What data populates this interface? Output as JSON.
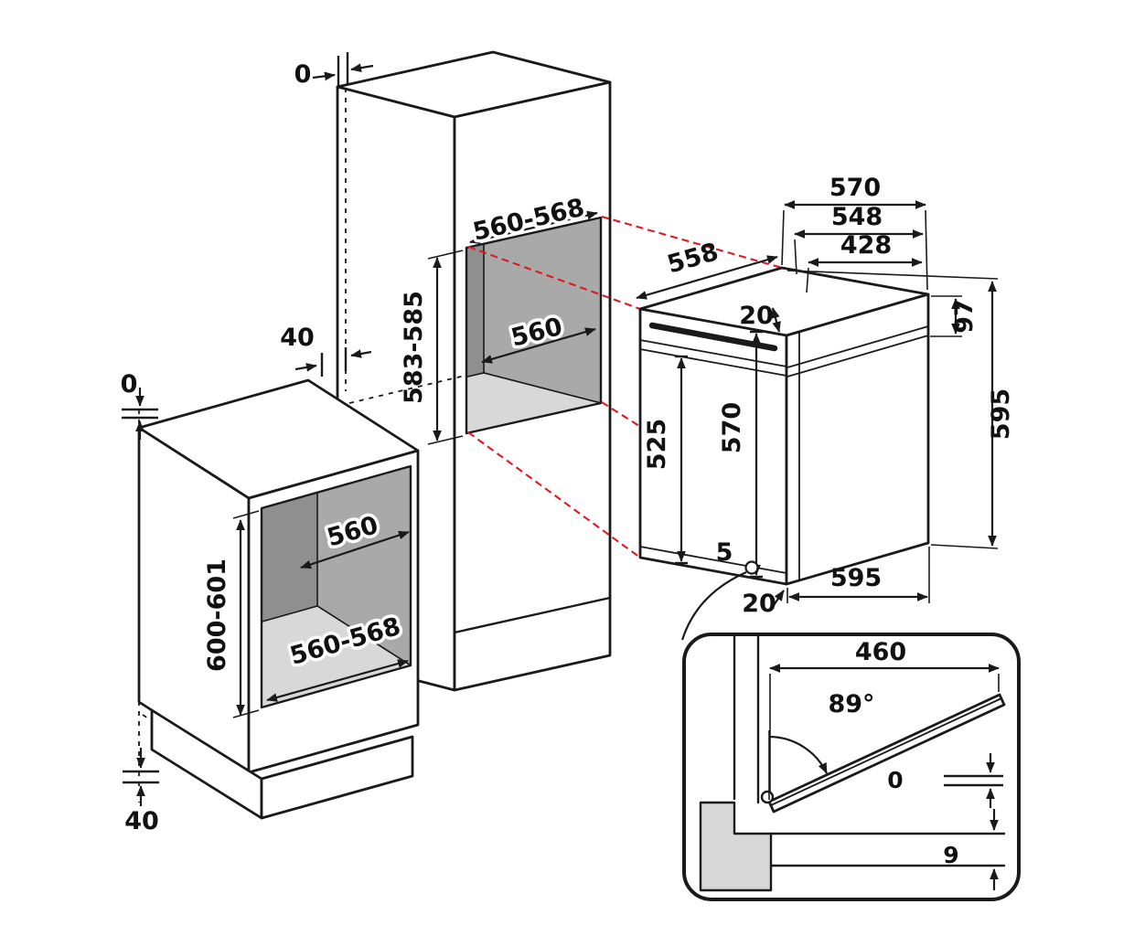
{
  "dims": {
    "tall_unit": {
      "flush_top": "0",
      "rear_clearance": "40",
      "niche_width": "560-568",
      "niche_height": "583-585",
      "niche_depth": "560"
    },
    "base_unit": {
      "flush_top": "0",
      "bottom_clearance": "40",
      "niche_depth": "560",
      "niche_height": "600-601",
      "niche_width": "560-568"
    },
    "oven": {
      "depth_total": "570",
      "depth_casing": "548",
      "depth_top": "428",
      "top_edge_width": "558",
      "top_gap": "20",
      "fascia_height": "97",
      "height": "595",
      "rear_height": "525",
      "front_height": "570",
      "front_gap": "5",
      "bottom_gap": "20",
      "width": "595"
    },
    "door": {
      "reach": "460",
      "opening_angle": "89°",
      "flush_gap": "0",
      "bottom_clearance": "9"
    }
  },
  "colors": {
    "outline": "#1a1a1a",
    "projection_line": "#e0191f",
    "niche_back": "#8f8f8f",
    "niche_side": "#a9a9a9",
    "niche_floor": "#d8d8d8",
    "plinth_section": "#d7d7d7"
  }
}
